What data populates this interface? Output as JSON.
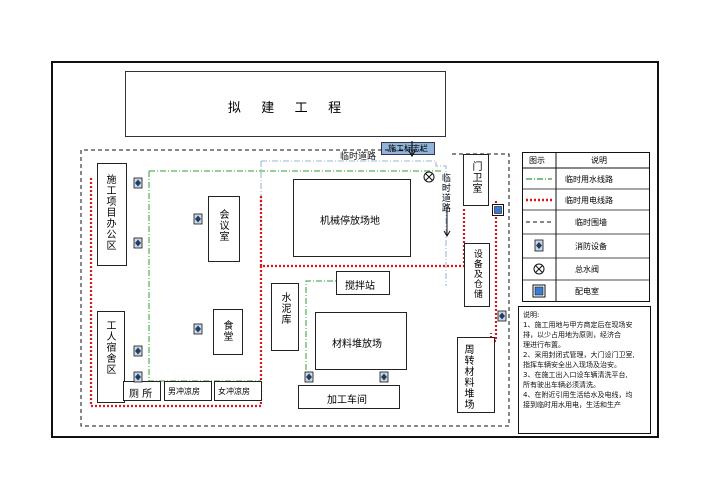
{
  "title_block": {
    "text": "拟   建   工   程"
  },
  "sign": "施工标志栏",
  "roads": {
    "top": "临时道路",
    "right": "临时道路"
  },
  "buildings": {
    "office": "施工项目办公区",
    "meeting": "会议室",
    "parking": "机械停放场地",
    "gate": "门卫室",
    "equipment": "设备及仓储",
    "mixing": "搅拌站",
    "cement": "水泥库",
    "material": "材料堆放场",
    "turnover": "周转材料堆场",
    "dorm": "工人宿舍区",
    "canteen": "食堂",
    "toilet": "厕 所",
    "male_shower": "男冲凉房",
    "female_shower": "女冲凉房",
    "workshop": "加工车间"
  },
  "legend": {
    "header_symbol": "图示",
    "header_desc": "说明",
    "items": [
      {
        "icon": "dash-dot-green-line",
        "label": "临时用水线路"
      },
      {
        "icon": "dotted-red-line",
        "label": "临时用电线路"
      },
      {
        "icon": "dashed-black-line",
        "label": "临时围墙"
      },
      {
        "icon": "fire-equipment-icon",
        "label": "消防设备"
      },
      {
        "icon": "main-valve-icon",
        "label": "总水阀"
      },
      {
        "icon": "power-room-icon",
        "label": "配电室"
      }
    ]
  },
  "notes": {
    "title": "说明:",
    "lines": [
      "1、施工用地与甲方商定后在现场安",
      "排，以少占用地为原则，经济合",
      "理进行布置。",
      "2、采用封闭式管理，大门设门卫室,",
      "指挥车辆安全出入现场及治安。",
      "3、在施工出入口设车辆清洗平台,",
      "所有驶出车辆必须清洗。",
      "4、在附近引用生活给水及电线，均",
      "接到临时用水用电，生活和生产"
    ]
  },
  "colors": {
    "water": "#2ea02e",
    "power": "#e01414",
    "fence": "#111111",
    "fire": "#1c3f66",
    "power_room": "#3a7bd5"
  }
}
